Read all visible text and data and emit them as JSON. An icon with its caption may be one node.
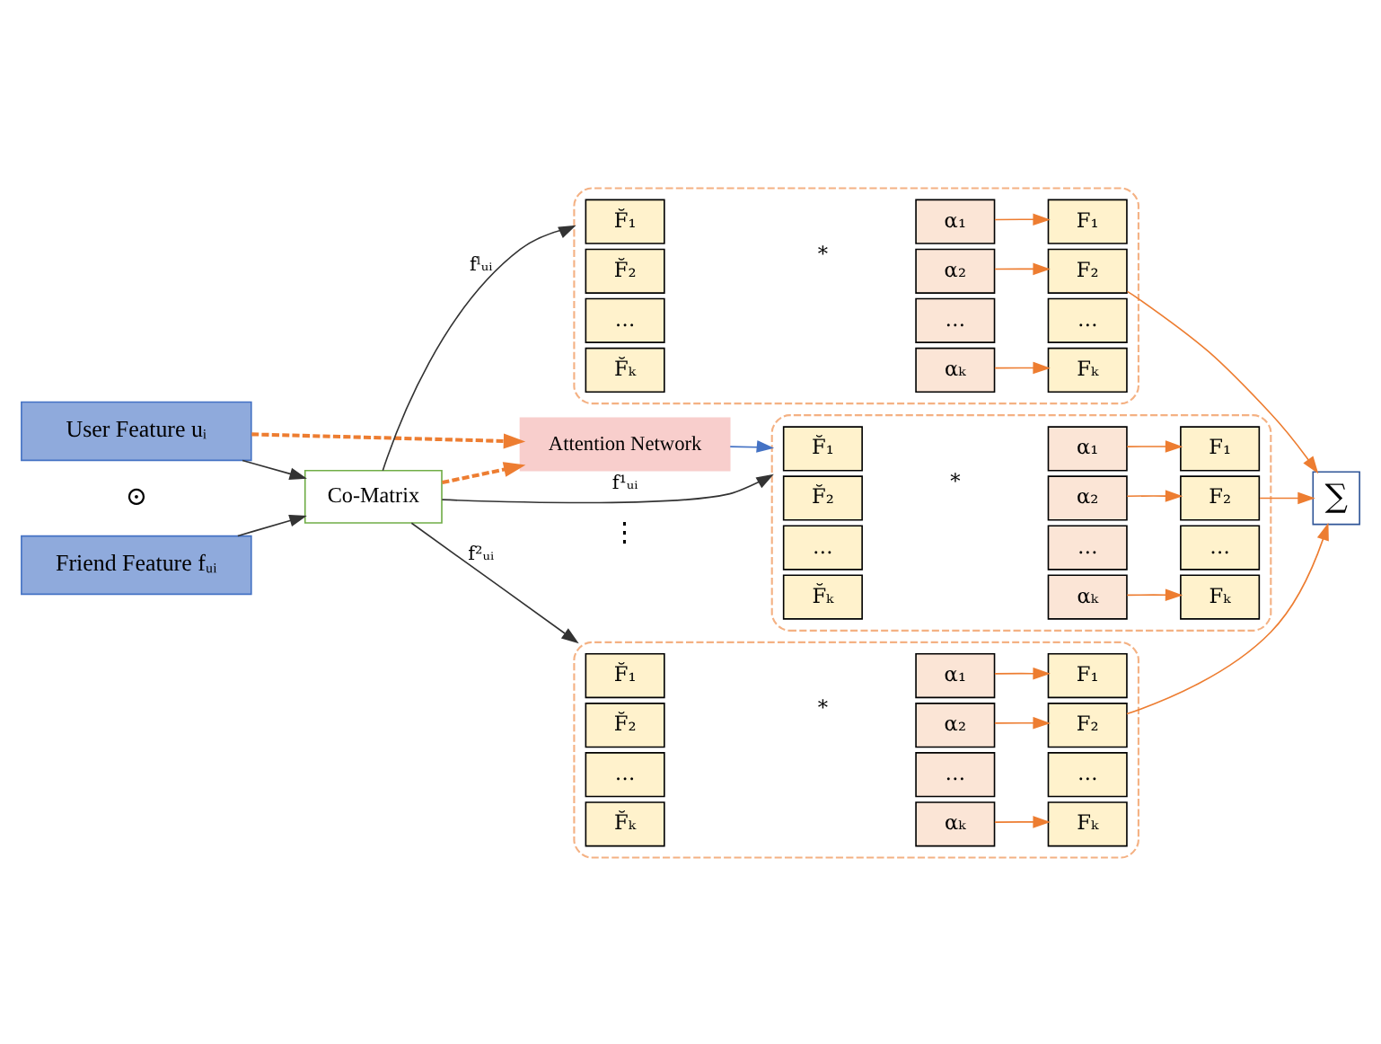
{
  "diagram": {
    "nodes": [
      {
        "text": [
          "User Feature uᵢ"
        ]
      },
      {
        "text": [
          "Friend Feature fᵤᵢ"
        ]
      },
      {
        "text": [
          "Co-Matrix"
        ]
      },
      {
        "text": [
          "Attention Network"
        ]
      },
      {
        "text": [
          "∑"
        ]
      },
      {
        "text": [],
        "shape": "box"
      },
      {
        "text": [
          "F̆₁"
        ],
        "in": 5
      },
      {
        "text": [
          "F̆₂"
        ],
        "in": 5
      },
      {
        "text": [
          "…"
        ],
        "in": 5
      },
      {
        "text": [
          "F̆ₖ"
        ],
        "in": 5
      },
      {
        "text": [
          "α₁"
        ],
        "in": 5
      },
      {
        "text": [
          "α₂"
        ],
        "in": 5
      },
      {
        "text": [
          "…"
        ],
        "in": 5
      },
      {
        "text": [
          "αₖ"
        ],
        "in": 5
      },
      {
        "text": [
          "F₁"
        ],
        "in": 5
      },
      {
        "text": [
          "F₂"
        ],
        "in": 5
      },
      {
        "text": [
          "…"
        ],
        "in": 5
      },
      {
        "text": [
          "Fₖ"
        ],
        "in": 5
      },
      {
        "text": [],
        "shape": "box"
      },
      {
        "text": [
          "F̆₁"
        ],
        "in": 18
      },
      {
        "text": [
          "F̆₂"
        ],
        "in": 18
      },
      {
        "text": [
          "…"
        ],
        "in": 18
      },
      {
        "text": [
          "F̆ₖ"
        ],
        "in": 18
      },
      {
        "text": [
          "α₁"
        ],
        "in": 18
      },
      {
        "text": [
          "α₂"
        ],
        "in": 18
      },
      {
        "text": [
          "…"
        ],
        "in": 18
      },
      {
        "text": [
          "αₖ"
        ],
        "in": 18
      },
      {
        "text": [
          "F₁"
        ],
        "in": 18
      },
      {
        "text": [
          "F₂"
        ],
        "in": 18
      },
      {
        "text": [
          "…"
        ],
        "in": 18
      },
      {
        "text": [
          "Fₖ"
        ],
        "in": 18
      },
      {
        "text": [],
        "shape": "box"
      },
      {
        "text": [
          "F̆₁"
        ],
        "in": 31
      },
      {
        "text": [
          "F̆₂"
        ],
        "in": 31
      },
      {
        "text": [
          "…"
        ],
        "in": 31
      },
      {
        "text": [
          "F̆ₖ"
        ],
        "in": 31
      },
      {
        "text": [
          "α₁"
        ],
        "in": 31
      },
      {
        "text": [
          "α₂"
        ],
        "in": 31
      },
      {
        "text": [
          "…"
        ],
        "in": 31
      },
      {
        "text": [
          "αₖ"
        ],
        "in": 31
      },
      {
        "text": [
          "F₁"
        ],
        "in": 31
      },
      {
        "text": [
          "F₂"
        ],
        "in": 31
      },
      {
        "text": [
          "…"
        ],
        "in": 31
      },
      {
        "text": [
          "Fₖ"
        ],
        "in": 31
      }
    ],
    "edges": [
      {
        "from": 0,
        "to": 2,
        "arrow": "to",
        "color": "#333333"
      },
      {
        "from": 1,
        "to": 2,
        "arrow": "to",
        "color": "#333333"
      },
      {
        "from": 0,
        "to": 3,
        "arrow": "to",
        "style": "dashed",
        "color": "#ed7d31"
      },
      {
        "from": 2,
        "to": 3,
        "arrow": "to",
        "style": "dashed",
        "color": "#ed7d31"
      },
      {
        "from": 3,
        "to": 5,
        "arrow": "to",
        "color": "#4472c4"
      },
      {
        "from": 2,
        "to": 5,
        "arrow": "to",
        "label": "f¹ᵤᵢ",
        "color": "#333333"
      },
      {
        "from": 2,
        "to": 18,
        "arrow": "to",
        "label": "f²ᵤᵢ",
        "color": "#333333"
      },
      {
        "from": 2,
        "to": 31,
        "arrow": "to",
        "label": "fˡᵤᵢ",
        "color": "#333333"
      },
      {
        "from": 10,
        "to": 14,
        "arrow": "to",
        "color": "#ed7d31"
      },
      {
        "from": 11,
        "to": 15,
        "arrow": "to",
        "color": "#ed7d31"
      },
      {
        "from": 13,
        "to": 17,
        "arrow": "to",
        "color": "#ed7d31"
      },
      {
        "from": 23,
        "to": 27,
        "arrow": "to",
        "color": "#ed7d31"
      },
      {
        "from": 24,
        "to": 28,
        "arrow": "to",
        "color": "#ed7d31"
      },
      {
        "from": 26,
        "to": 30,
        "arrow": "to",
        "color": "#ed7d31"
      },
      {
        "from": 36,
        "to": 40,
        "arrow": "to",
        "color": "#ed7d31"
      },
      {
        "from": 37,
        "to": 41,
        "arrow": "to",
        "color": "#ed7d31"
      },
      {
        "from": 39,
        "to": 43,
        "arrow": "to",
        "color": "#ed7d31"
      },
      {
        "from": 15,
        "to": 4,
        "arrow": "to",
        "color": "#ed7d31"
      },
      {
        "from": 28,
        "to": 4,
        "arrow": "to",
        "color": "#ed7d31"
      },
      {
        "from": 41,
        "to": 4,
        "arrow": "to",
        "color": "#ed7d31"
      }
    ],
    "labels": [
      "⊙",
      "*",
      "*",
      "*",
      "⋮"
    ]
  }
}
